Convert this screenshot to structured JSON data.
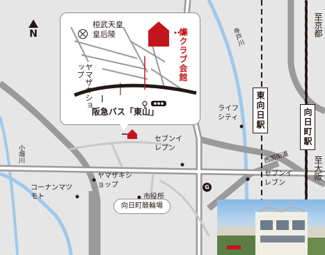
{
  "compass": {
    "letter": "N"
  },
  "callout": {
    "tomb_label": "桓武天皇\n皇后陵",
    "venue_name": "燦クラブ会館",
    "yamazaki_label": "ヤマザキショップ",
    "bus_stop_label": "阪急バス「東山」"
  },
  "stations": {
    "higashi_muko": "東向日駅",
    "muko_machi": "向日町駅"
  },
  "rail_labels": {
    "kyoto_direction": "至京都",
    "osaka_direction": "至大阪"
  },
  "places": {
    "life_city": "ライフシティ",
    "seven_eleven_1": "セブンイレブン",
    "seven_eleven_2": "セブンイレブン",
    "yamazaki_shop": "ヤマザキショップ",
    "konan_matsumoto": "コーナンマツモト",
    "city_hall": "市役所",
    "keirin": "向日町競輪場",
    "g_mark": "G"
  },
  "rivers": {
    "terado": "寺戸川",
    "obata": "小畑川"
  },
  "roads": {
    "nishikoku_kaido": "西国街道"
  },
  "colors": {
    "venue_red": "#c3161c",
    "road_white": "#ffffff",
    "river_blue": "#9ec9ec",
    "rail_dark": "#231815",
    "background": "#e6e6e6"
  }
}
